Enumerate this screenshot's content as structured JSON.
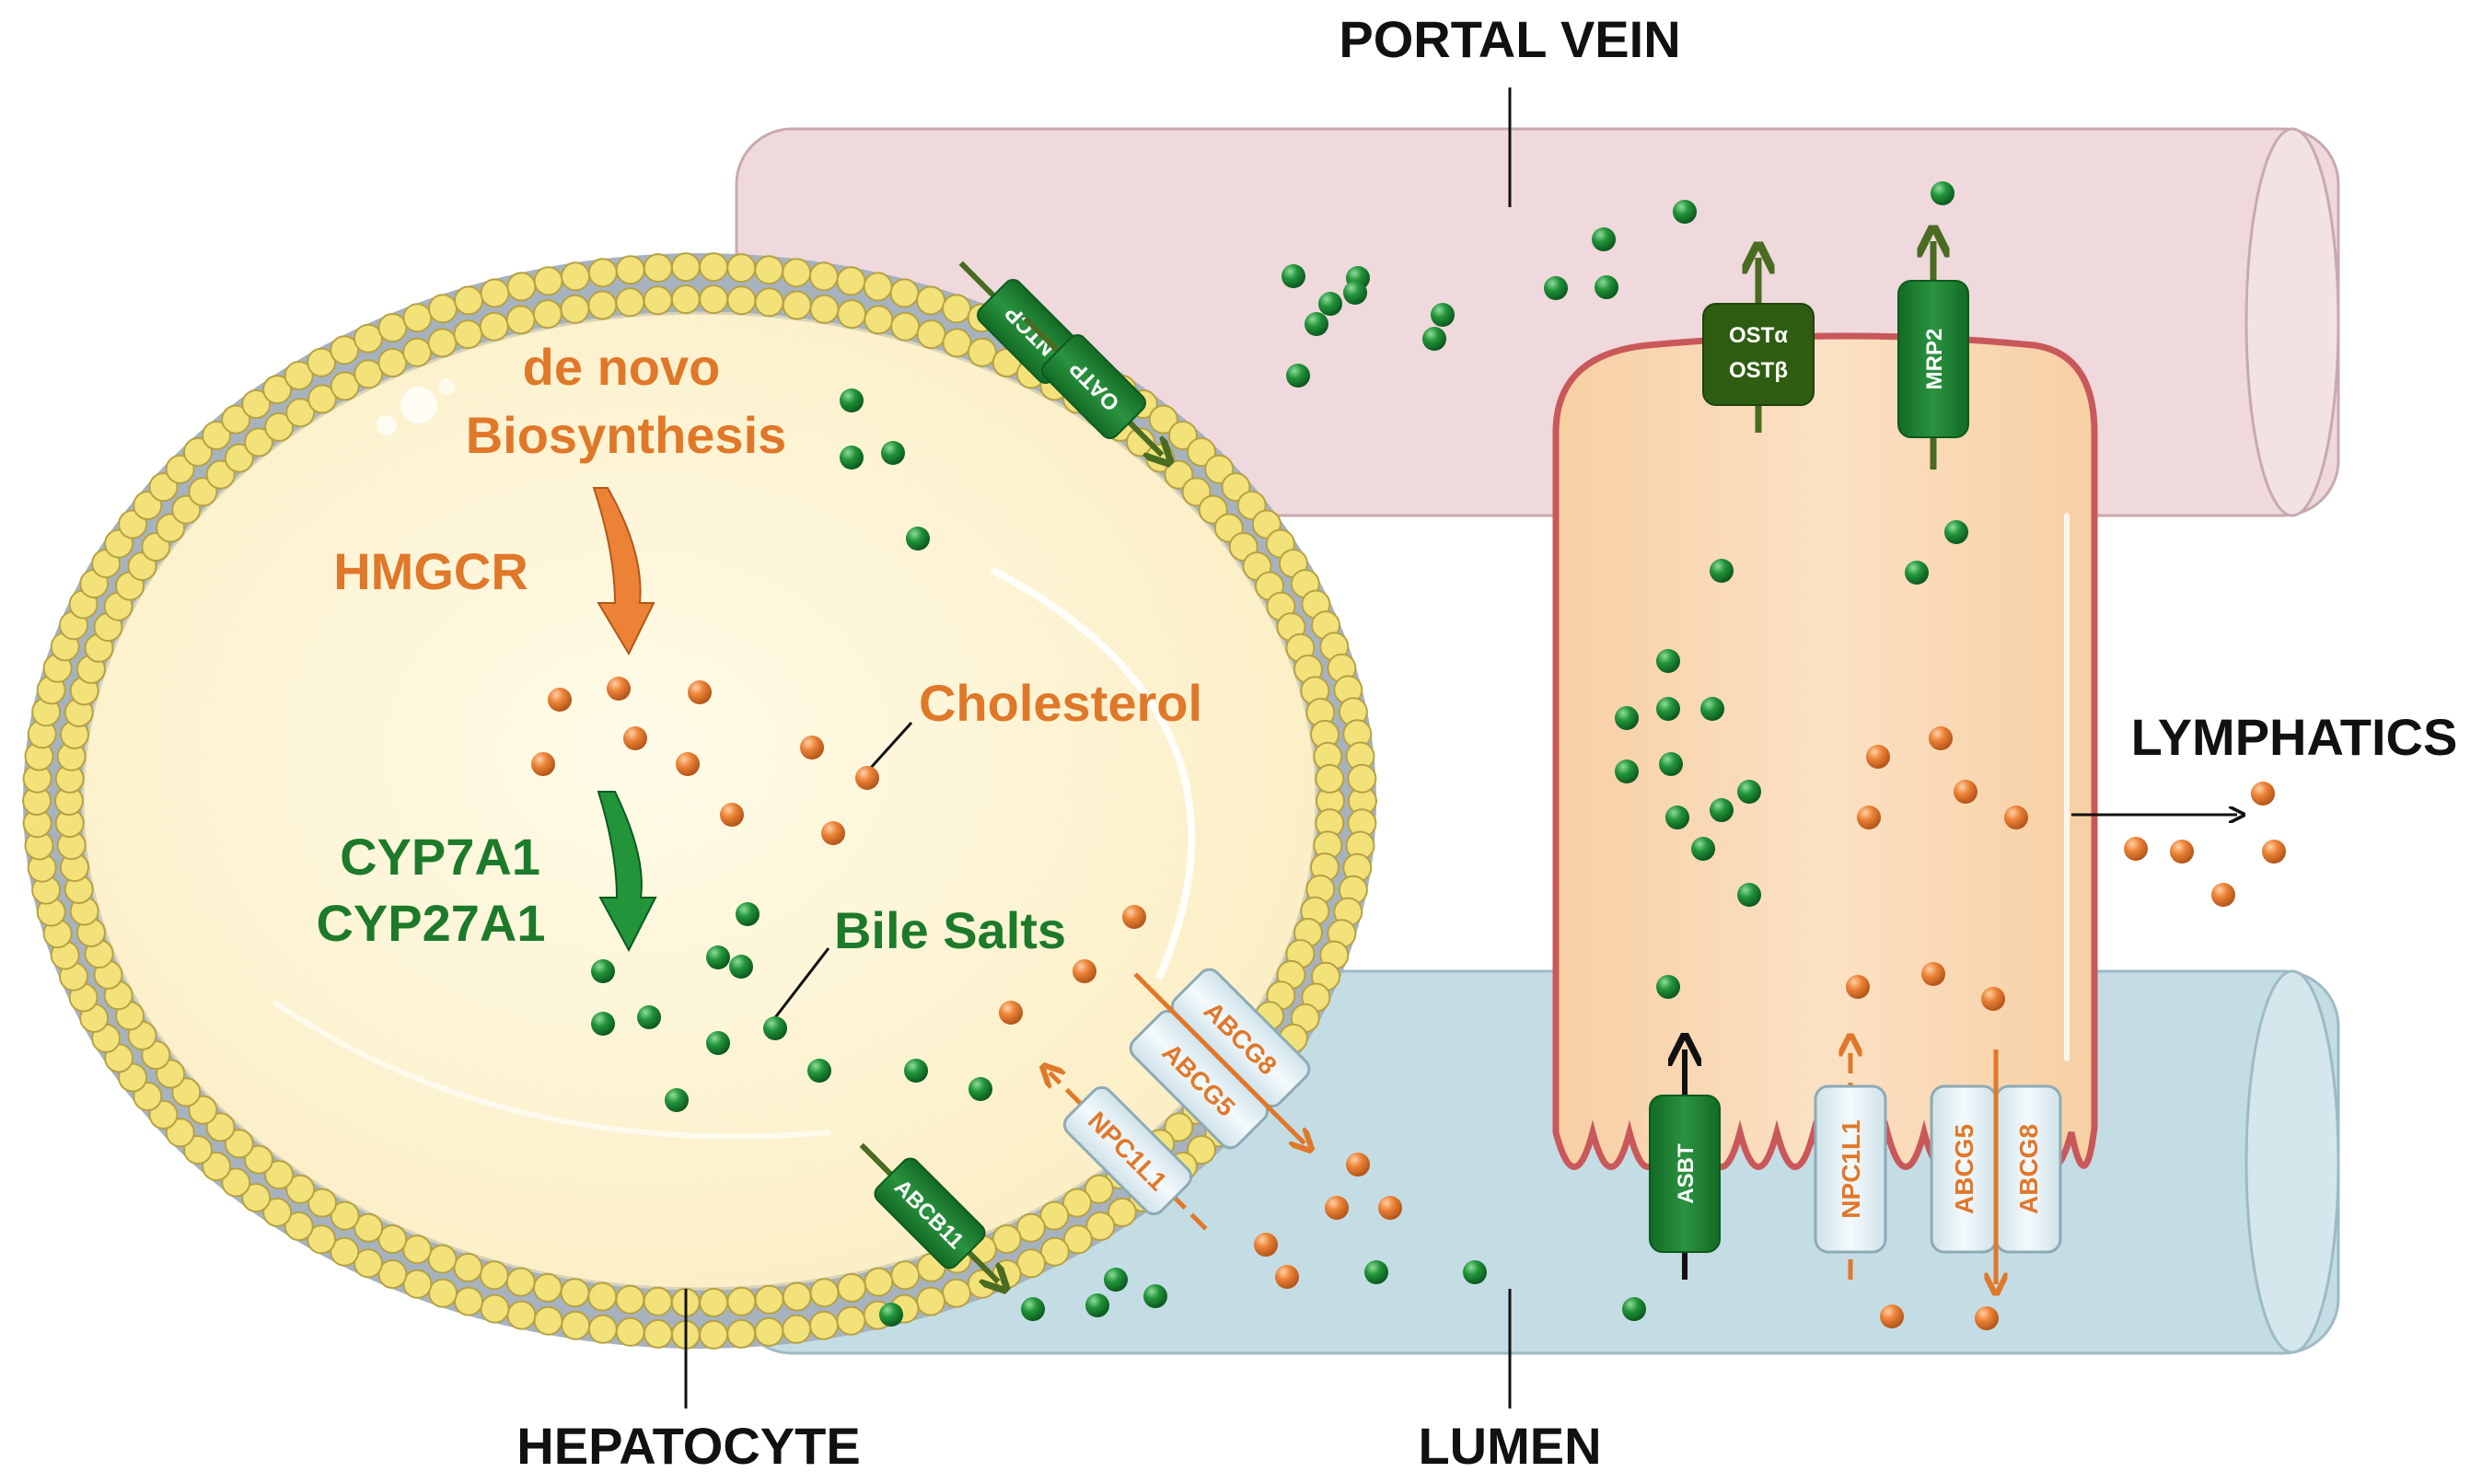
{
  "labels": {
    "portal_vein": "PORTAL VEIN",
    "hepatocyte": "HEPATOCYTE",
    "lumen": "LUMEN",
    "lymphatics": "LYMPHATICS",
    "de_novo_line1": "de novo",
    "de_novo_line2": "Biosynthesis",
    "hmgcr": "HMGCR",
    "cholesterol": "Cholesterol",
    "cyp7a1": "CYP7A1",
    "cyp27a1": "CYP27A1",
    "bile_salts": "Bile Salts"
  },
  "transporters": {
    "ntcp": "NTCP",
    "oatp": "OATP",
    "abcb11": "ABCB11",
    "abcg5": "ABCG5",
    "abcg8": "ABCG8",
    "npc1l1": "NPC1L1",
    "ost_alpha": "OSTα",
    "ost_beta": "OSTβ",
    "mrp2": "MRP2",
    "asbt": "ASBT"
  },
  "colors": {
    "portal_vein": "#efd9dc",
    "lumen": "#c4dde5",
    "hepatocyte_interior": "#fdf3d3",
    "enterocyte": "#f9d9b5",
    "enterocyte_border": "#c9585a",
    "membrane_head": "#f3e27a",
    "membrane_tail": "#a7b2bf",
    "orange": "#e0782a",
    "green": "#1d7a2b",
    "dark_green": "#3f6b1c",
    "text": "#111111"
  }
}
